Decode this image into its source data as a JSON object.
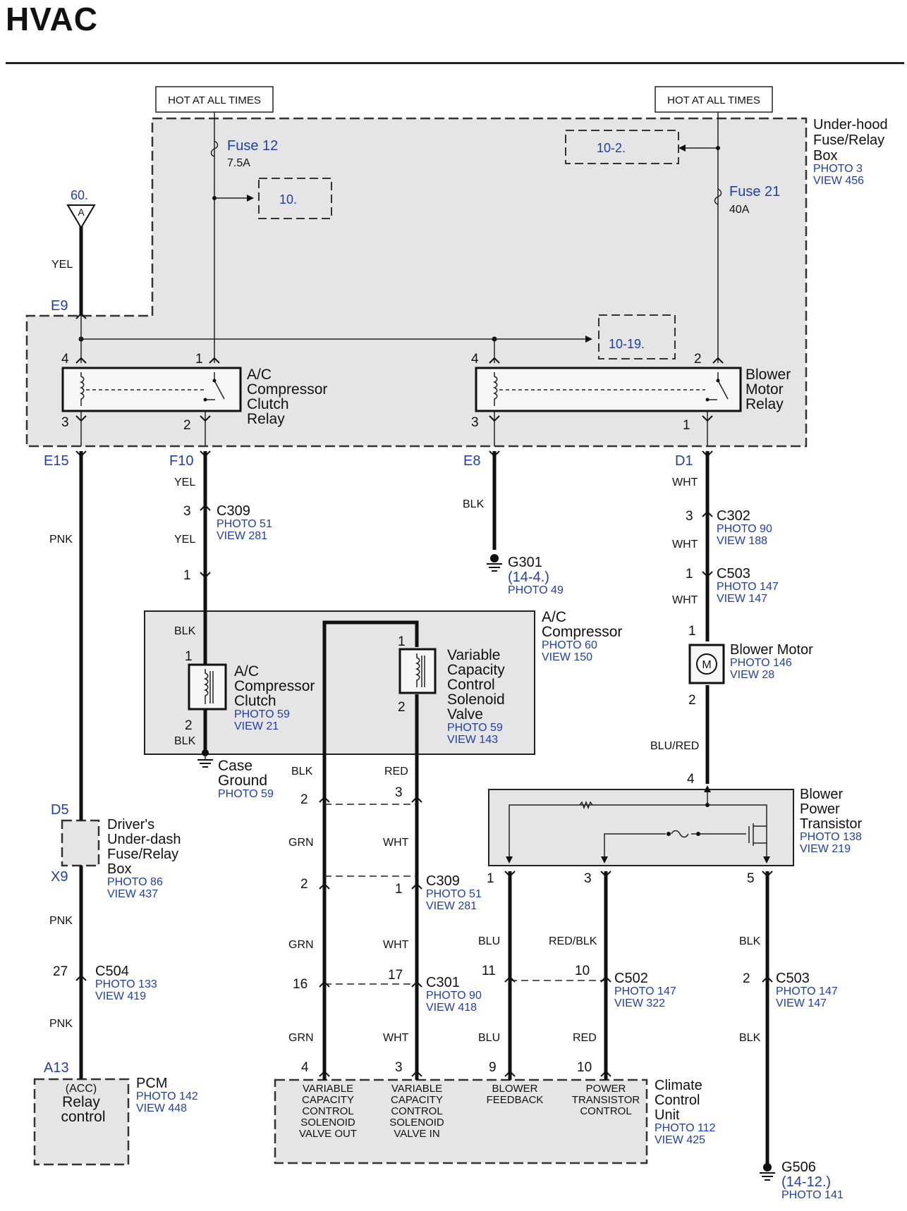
{
  "title": "HVAC",
  "power_labels": {
    "left": "HOT AT ALL TIMES",
    "right": "HOT AT ALL TIMES"
  },
  "underhood_box": {
    "name_lines": [
      "Under-hood",
      "Fuse/Relay",
      "Box"
    ],
    "photo": "PHOTO 3",
    "view": "VIEW 456"
  },
  "fuse12": {
    "name": "Fuse 12",
    "rating": "7.5A"
  },
  "fuse21": {
    "name": "Fuse 21",
    "rating": "40A"
  },
  "refs": {
    "r10": "10.",
    "r10_2": "10-2.",
    "r10_19": "10-19.",
    "r60": "60.",
    "r60_letter": "A",
    "g301_ref": "(14-4.)",
    "g506_ref": "(14-12.)"
  },
  "ac_relay": {
    "name_lines": [
      "A/C",
      "Compressor",
      "Clutch",
      "Relay"
    ],
    "pins": [
      "4",
      "1",
      "3",
      "2"
    ]
  },
  "blower_relay": {
    "name_lines": [
      "Blower",
      "Motor",
      "Relay"
    ],
    "pins": [
      "4",
      "2",
      "3",
      "1"
    ]
  },
  "terminals": {
    "e9": "E9",
    "e15": "E15",
    "f10": "F10",
    "e8": "E8",
    "d1": "D1",
    "d5": "D5",
    "x9": "X9",
    "a13": "A13"
  },
  "wires": {
    "yel_top": "YEL",
    "yel_f10": "YEL",
    "yel_c309": "YEL",
    "pnk_1": "PNK",
    "pnk_2": "PNK",
    "pnk_3": "PNK",
    "blk_e8": "BLK",
    "wht_d1": "WHT",
    "wht_c302": "WHT",
    "wht_c503": "WHT",
    "blu_red": "BLU/RED",
    "blk_clutch_top": "BLK",
    "blk_clutch_bot": "BLK",
    "blk_vc": "BLK",
    "red_vc": "RED",
    "grn_1": "GRN",
    "wht_1": "WHT",
    "grn_2": "GRN",
    "wht_2": "WHT",
    "grn_3": "GRN",
    "wht_3": "WHT",
    "blu_1": "BLU",
    "red_blk": "RED/BLK",
    "blk_5": "BLK",
    "blu_2": "BLU",
    "red_2": "RED",
    "blk_6": "BLK"
  },
  "c309_top": {
    "name": "C309",
    "photo": "PHOTO 51",
    "view": "VIEW 281",
    "pin_a": "3",
    "pin_b": "1"
  },
  "c302": {
    "name": "C302",
    "photo": "PHOTO 90",
    "view": "VIEW 188",
    "pin": "3"
  },
  "c503_top": {
    "name": "C503",
    "photo": "PHOTO 147",
    "view": "VIEW 147",
    "pin": "1"
  },
  "g301": {
    "name": "G301",
    "photo": "PHOTO 49"
  },
  "compressor": {
    "name_lines": [
      "A/C",
      "Compressor"
    ],
    "photo": "PHOTO 60",
    "view": "VIEW 150"
  },
  "clutch": {
    "name_lines": [
      "A/C",
      "Compressor",
      "Clutch"
    ],
    "photo": "PHOTO 59",
    "view": "VIEW 21",
    "pin_top": "1",
    "pin_bot": "2"
  },
  "vc_valve": {
    "name_lines": [
      "Variable",
      "Capacity",
      "Control",
      "Solenoid",
      "Valve"
    ],
    "photo": "PHOTO 59",
    "view": "VIEW 143",
    "pin_top": "1",
    "pin_bot": "2"
  },
  "case_ground": {
    "name_lines": [
      "Case",
      "Ground"
    ],
    "photo": "PHOTO 59"
  },
  "blower_motor": {
    "name": "Blower Motor",
    "photo": "PHOTO 146",
    "view": "VIEW 28",
    "pin_top": "1",
    "pin_bot": "2",
    "symbol": "M"
  },
  "transistor": {
    "name_lines": [
      "Blower",
      "Power",
      "Transistor"
    ],
    "photo": "PHOTO 138",
    "view": "VIEW 219",
    "pin_in": "4",
    "pins_out": [
      "1",
      "3",
      "5"
    ]
  },
  "vc_conn_1": {
    "pin_a": "2",
    "pin_b": "3"
  },
  "c309_mid": {
    "name": "C309",
    "photo": "PHOTO 51",
    "view": "VIEW 281",
    "pin_a": "2",
    "pin_b": "1"
  },
  "c301": {
    "name": "C301",
    "photo": "PHOTO 90",
    "view": "VIEW 418",
    "pin_a": "16",
    "pin_b": "17"
  },
  "c502": {
    "name": "C502",
    "photo": "PHOTO 147",
    "view": "VIEW 322",
    "pin_a": "11",
    "pin_b": "10"
  },
  "c503_bot": {
    "name": "C503",
    "photo": "PHOTO 147",
    "view": "VIEW 147",
    "pin": "2"
  },
  "c504": {
    "name": "C504",
    "photo": "PHOTO 133",
    "view": "VIEW 419",
    "pin": "27"
  },
  "drivers_box": {
    "name_lines": [
      "Driver's",
      "Under-dash",
      "Fuse/Relay",
      "Box"
    ],
    "photo": "PHOTO 86",
    "view": "VIEW 437"
  },
  "pcm": {
    "name": "PCM",
    "photo": "PHOTO 142",
    "view": "VIEW 448",
    "inner_lines": [
      "(ACC)",
      "Relay",
      "control"
    ]
  },
  "ccu": {
    "name_lines": [
      "Climate",
      "Control",
      "Unit"
    ],
    "photo": "PHOTO 112",
    "view": "VIEW 425",
    "pins": [
      "4",
      "3",
      "9",
      "10"
    ],
    "labels": [
      [
        "VARIABLE",
        "CAPACITY",
        "CONTROL",
        "SOLENOID",
        "VALVE OUT"
      ],
      [
        "VARIABLE",
        "CAPACITY",
        "CONTROL",
        "SOLENOID",
        "VALVE IN"
      ],
      [
        "BLOWER",
        "FEEDBACK"
      ],
      [
        "POWER",
        "TRANSISTOR",
        "CONTROL"
      ]
    ]
  },
  "g506": {
    "name": "G506",
    "photo": "PHOTO 141"
  },
  "colors": {
    "link": "#1f3fa8",
    "ink": "#111111",
    "panel": "#e5e5e5"
  }
}
